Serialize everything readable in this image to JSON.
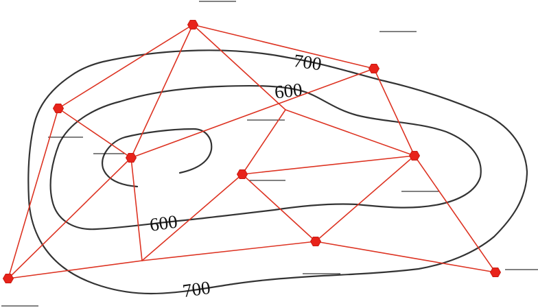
{
  "contour_labels": {
    "outer_top": "700",
    "inner_top": "600",
    "inner_bottom": "600",
    "outer_bottom": "700"
  },
  "colors": {
    "network": "#dd3322",
    "station": "#e8231a",
    "contour": "#333333"
  },
  "icons": {
    "station": "red-hexagon-station-icon"
  }
}
